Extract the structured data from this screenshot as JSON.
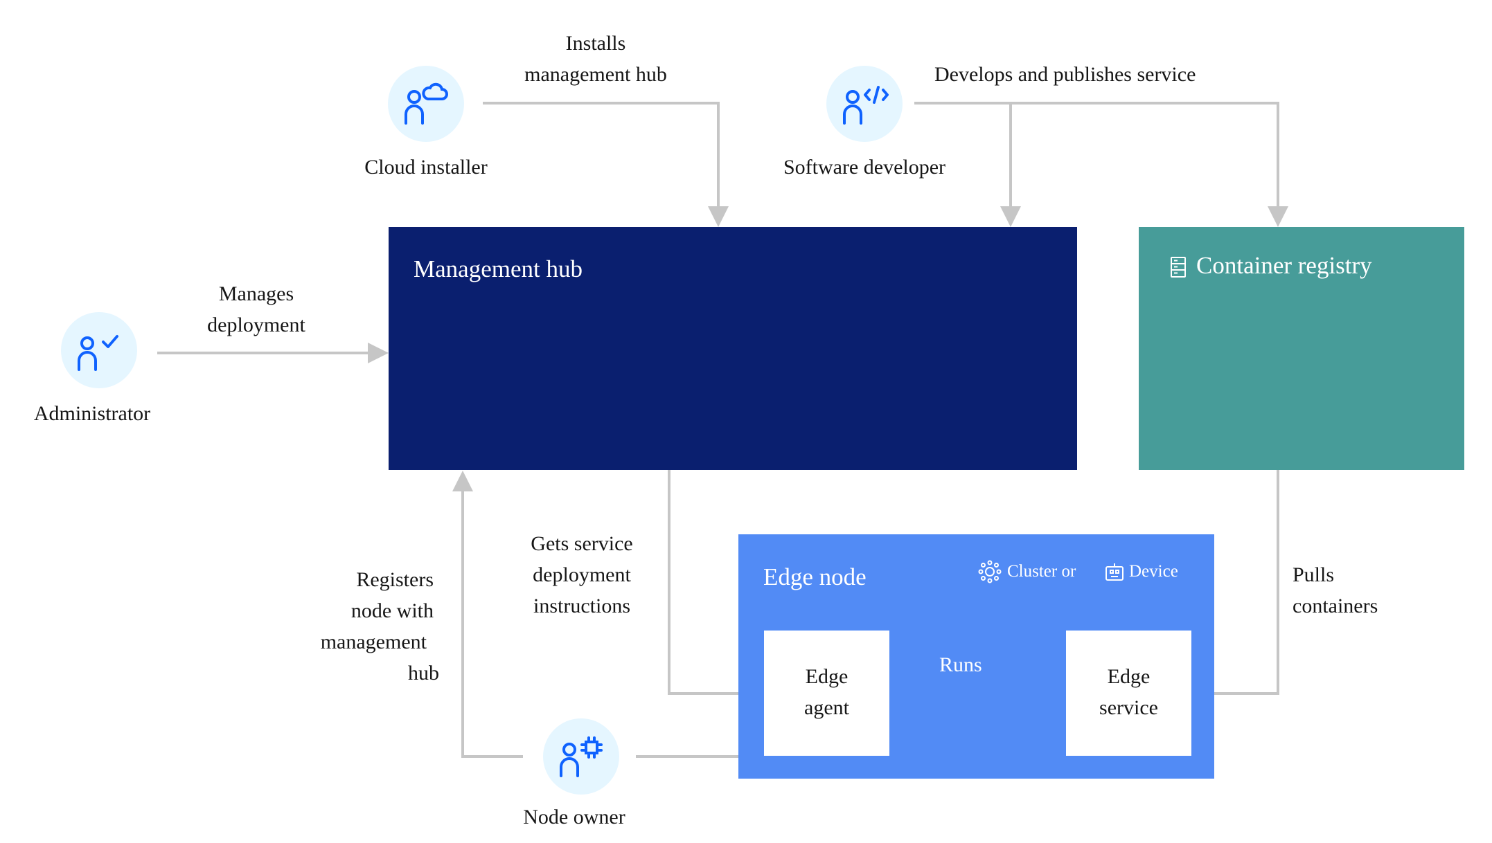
{
  "actors": {
    "cloud_installer": {
      "label": "Cloud installer",
      "icon": "user-cloud-icon"
    },
    "software_developer": {
      "label": "Software developer",
      "icon": "user-code-icon"
    },
    "administrator": {
      "label": "Administrator",
      "icon": "user-check-icon"
    },
    "node_owner": {
      "label": "Node owner",
      "icon": "user-chip-icon"
    }
  },
  "boxes": {
    "management_hub": {
      "title": "Management hub",
      "color": "#0a1f6f"
    },
    "container_registry": {
      "title": "Container registry",
      "icon": "server-icon",
      "color": "#479c99"
    },
    "edge_node": {
      "title": "Edge node",
      "color": "#528bf5",
      "legend": [
        {
          "icon": "cluster-icon",
          "label": "Cluster or"
        },
        {
          "icon": "device-icon",
          "label": "Device"
        }
      ],
      "edge_agent": {
        "line1": "Edge",
        "line2": "agent"
      },
      "edge_service": {
        "line1": "Edge",
        "line2": "service"
      }
    }
  },
  "edges": {
    "installs": {
      "line1": "Installs",
      "line2": "management hub"
    },
    "develops": {
      "text": "Develops and publishes service"
    },
    "manages": {
      "line1": "Manages",
      "line2": "deployment"
    },
    "registers": {
      "line1": "Registers",
      "line2": "node with",
      "line3": "management",
      "line4": "hub"
    },
    "gets": {
      "line1": "Gets service",
      "line2": "deployment",
      "line3": "instructions"
    },
    "runs": {
      "text": "Runs"
    },
    "pulls": {
      "line1": "Pulls",
      "line2": "containers"
    }
  },
  "colors": {
    "arrow": "#c6c6c6",
    "icon_blue": "#0f62fe",
    "avatar_bg": "#e5f6ff"
  }
}
